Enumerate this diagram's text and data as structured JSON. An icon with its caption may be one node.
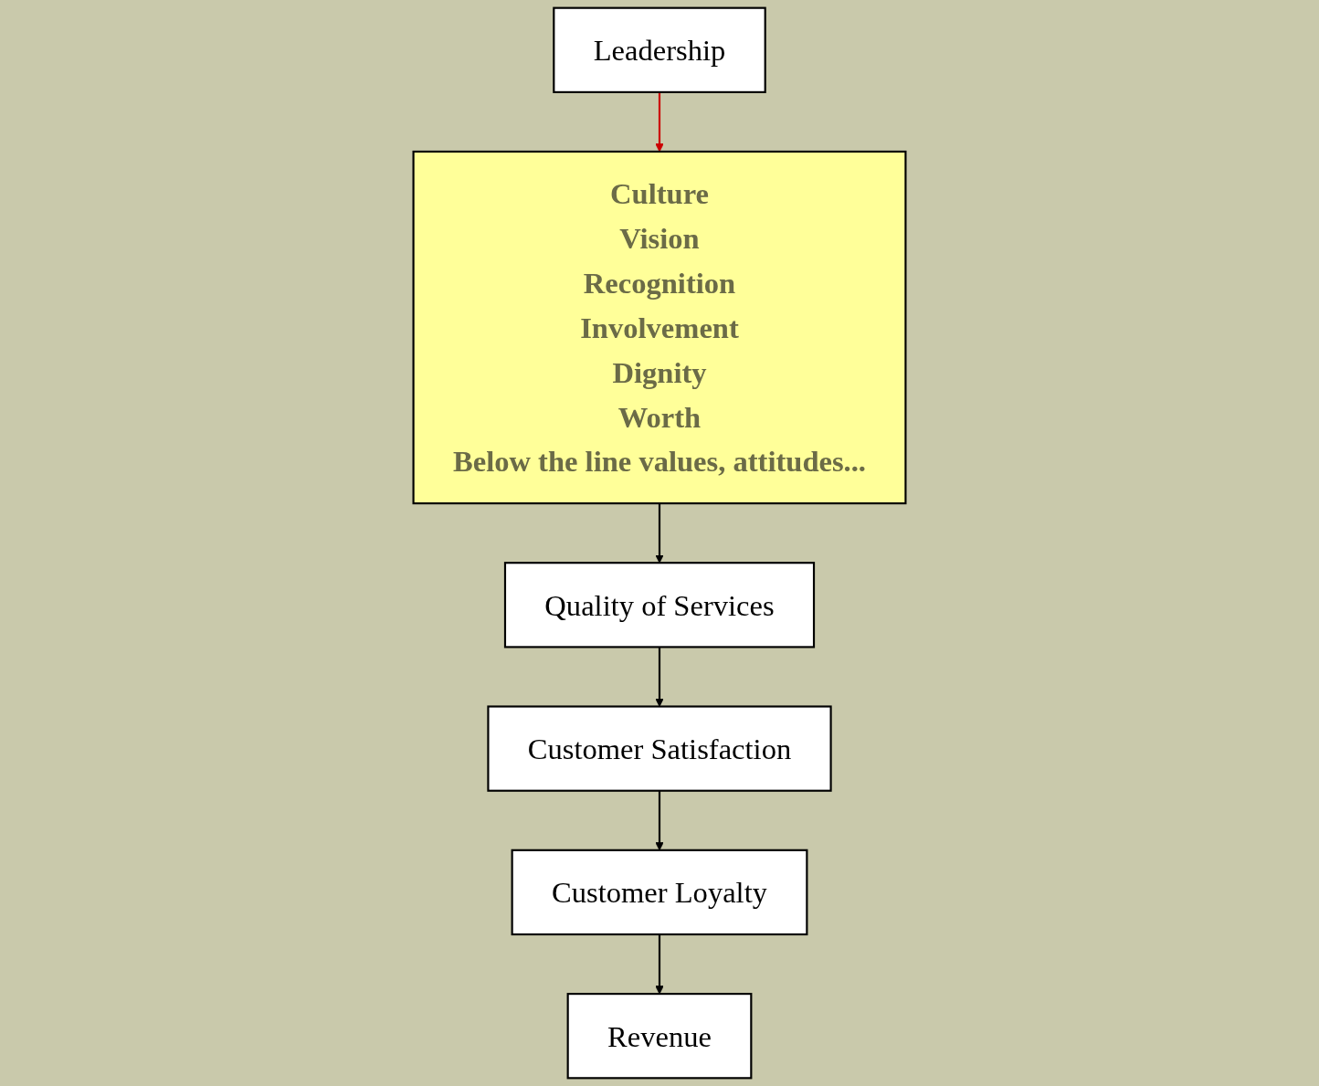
{
  "diagram": {
    "nodes": [
      {
        "text": [
          "Culture",
          "Vision",
          "Recognition",
          "Involvement",
          "Dignity",
          "Worth",
          "Below the line values, attitudes..."
        ]
      },
      {
        "text": [
          "Leadership"
        ]
      },
      {
        "text": [
          "Quality of Services"
        ]
      },
      {
        "text": [
          "Customer Satisfaction"
        ]
      },
      {
        "text": [
          "Customer Loyalty"
        ]
      },
      {
        "text": [
          "Revenue"
        ]
      }
    ],
    "edges": [
      {
        "from": 1,
        "to": 0,
        "arrow": "to",
        "color": "#cc0000"
      },
      {
        "from": 0,
        "to": 2,
        "arrow": "to"
      },
      {
        "from": 2,
        "to": 3,
        "arrow": "to"
      },
      {
        "from": 3,
        "to": 4,
        "arrow": "to"
      },
      {
        "from": 4,
        "to": 5,
        "arrow": "to"
      }
    ]
  }
}
